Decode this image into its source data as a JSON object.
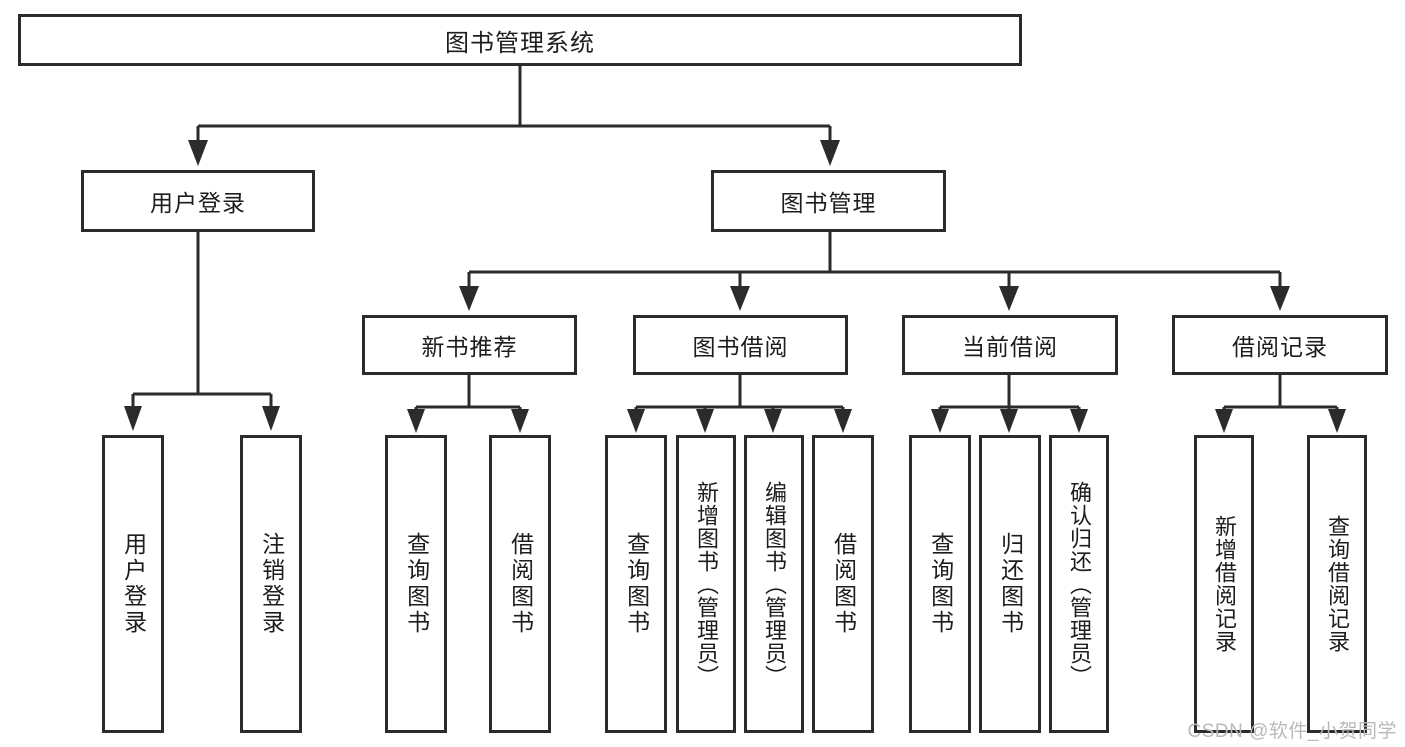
{
  "diagram": {
    "type": "tree",
    "title": "图书管理系统",
    "watermark": "CSDN @软件_小贺同学",
    "colors": {
      "stroke": "#2b2b2b",
      "fill": "#ffffff",
      "text": "#1d1d1d",
      "watermark": "#b9b9b9"
    },
    "root": {
      "label": "图书管理系统"
    },
    "level2": [
      {
        "label": "用户登录"
      },
      {
        "label": "图书管理"
      }
    ],
    "level3": [
      {
        "label": "新书推荐"
      },
      {
        "label": "图书借阅"
      },
      {
        "label": "当前借阅"
      },
      {
        "label": "借阅记录"
      }
    ],
    "leaves": {
      "user_login": [
        {
          "label": "用户登录"
        },
        {
          "label": "注销登录"
        }
      ],
      "new_book": [
        {
          "label": "查询图书"
        },
        {
          "label": "借阅图书"
        }
      ],
      "book_borrow": [
        {
          "label": "查询图书"
        },
        {
          "label": "新增图书（管理员）"
        },
        {
          "label": "编辑图书（管理员）"
        },
        {
          "label": "借阅图书"
        }
      ],
      "current_borrow": [
        {
          "label": "查询图书"
        },
        {
          "label": "归还图书"
        },
        {
          "label": "确认归还（管理员）"
        }
      ],
      "borrow_record": [
        {
          "label": "新增借阅记录"
        },
        {
          "label": "查询借阅记录"
        }
      ]
    }
  }
}
